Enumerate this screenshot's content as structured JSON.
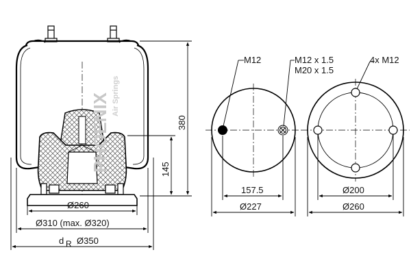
{
  "side_view": {
    "dim_diam_260": "Ø260",
    "dim_diam_310": "Ø310 (max. Ø320)",
    "dim_dr_prefix": "d",
    "dim_dr_sub": "R",
    "dim_dr_value": "Ø350",
    "dim_height_380": "380",
    "dim_height_145": "145",
    "watermark_brand": "PHOENIX",
    "watermark_tagline": "Air Springs"
  },
  "top_plate_view": {
    "callout_m12": "M12",
    "callout_m12x15": "M12 x 1.5",
    "callout_m20x15": "M20 x 1.5",
    "dim_157_5": "157.5",
    "dim_diam_227": "Ø227"
  },
  "bottom_plate_view": {
    "callout_4xm12": "4x M12",
    "dim_diam_200": "Ø200",
    "dim_diam_260": "Ø260"
  },
  "colors": {
    "line": "#000000",
    "watermark": "#c8c8c8"
  }
}
